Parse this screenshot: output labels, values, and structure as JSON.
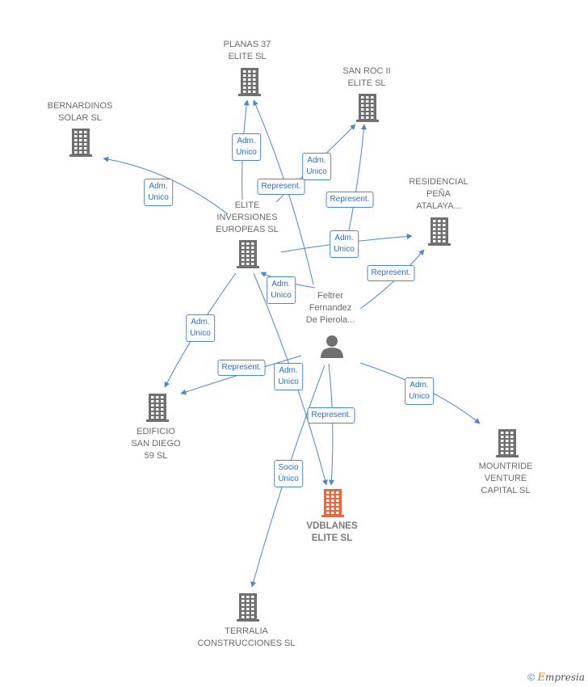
{
  "colors": {
    "edge": "#4a86d6",
    "building": "#707070",
    "focus_building": "#f0643a",
    "person": "#707070"
  },
  "nodes": [
    {
      "id": "planas",
      "type": "building",
      "lines": [
        "PLANAS 37",
        "ELITE  SL"
      ]
    },
    {
      "id": "sanroc",
      "type": "building",
      "lines": [
        "SAN ROC II",
        "ELITE  SL"
      ]
    },
    {
      "id": "bernardinos",
      "type": "building",
      "lines": [
        "BERNARDINOS",
        "SOLAR  SL"
      ]
    },
    {
      "id": "residencial",
      "type": "building",
      "lines": [
        "RESIDENCIAL",
        "PEÑA",
        "ATALAYA..."
      ]
    },
    {
      "id": "elite",
      "type": "building",
      "lines": [
        "ELITE",
        "INVERSIONES",
        "EUROPEAS  SL"
      ]
    },
    {
      "id": "feltrer",
      "type": "person",
      "lines": [
        "Feltrer",
        "Fernandez",
        "De Pierola..."
      ]
    },
    {
      "id": "edificio",
      "type": "building",
      "lines": [
        "EDIFICIO",
        "SAN DIEGO",
        "59  SL"
      ]
    },
    {
      "id": "mountride",
      "type": "building",
      "lines": [
        "MOUNTRIDE",
        "VENTURE",
        "CAPITAL  SL"
      ]
    },
    {
      "id": "vdblanes",
      "type": "building",
      "focus": true,
      "lines": [
        "VDBLANES",
        "ELITE  SL"
      ]
    },
    {
      "id": "terralia",
      "type": "building",
      "lines": [
        "TERRALIA",
        "CONSTRUCCIONES SL"
      ]
    }
  ],
  "edges": [
    {
      "from": "elite",
      "to": "planas",
      "lines": [
        "Adm.",
        "Unico"
      ]
    },
    {
      "from": "feltrer",
      "to": "planas",
      "lines": [
        "Represent."
      ]
    },
    {
      "from": "elite",
      "to": "sanroc",
      "lines": [
        "Adm.",
        "Unico"
      ]
    },
    {
      "from": "feltrer",
      "to": "sanroc",
      "lines": [
        "Represent."
      ]
    },
    {
      "from": "elite",
      "to": "bernardinos",
      "lines": [
        "Adm.",
        "Unico"
      ]
    },
    {
      "from": "elite",
      "to": "residencial",
      "lines": [
        "Adm.",
        "Unico"
      ]
    },
    {
      "from": "feltrer",
      "to": "residencial",
      "lines": [
        "Represent."
      ]
    },
    {
      "from": "feltrer",
      "to": "elite",
      "lines": [
        "Adm.",
        "Unico"
      ]
    },
    {
      "from": "elite",
      "to": "edificio",
      "lines": [
        "Adm.",
        "Unico"
      ]
    },
    {
      "from": "feltrer",
      "to": "edificio",
      "lines": [
        "Represent."
      ]
    },
    {
      "from": "elite",
      "to": "vdblanes",
      "lines": [
        "Adm.",
        "Unico"
      ]
    },
    {
      "from": "feltrer",
      "to": "vdblanes",
      "lines": [
        "Represent."
      ]
    },
    {
      "from": "feltrer",
      "to": "mountride",
      "lines": [
        "Adm.",
        "Unico"
      ]
    },
    {
      "from": "feltrer",
      "to": "terralia",
      "lines": [
        "Socio",
        "Único"
      ]
    }
  ],
  "footer": {
    "copyright_symbol": "©",
    "brand_initial": "E",
    "brand_rest": "mpresia"
  }
}
